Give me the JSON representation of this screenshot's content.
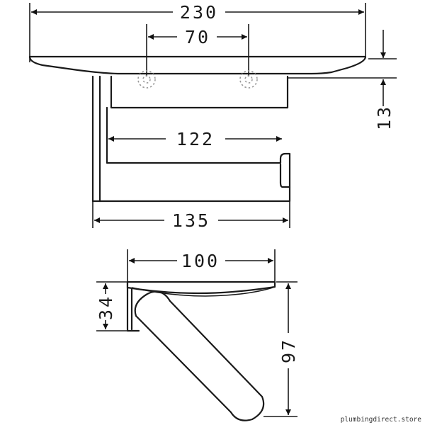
{
  "dimensions": {
    "top_view": {
      "overall_width": "230",
      "hole_spacing": "70",
      "inner_width": "122",
      "outer_width": "135",
      "shelf_thickness": "13"
    },
    "side_view": {
      "depth": "100",
      "shelf_height": "34",
      "total_height": "97"
    }
  },
  "watermark": "plumbingdirect.store"
}
